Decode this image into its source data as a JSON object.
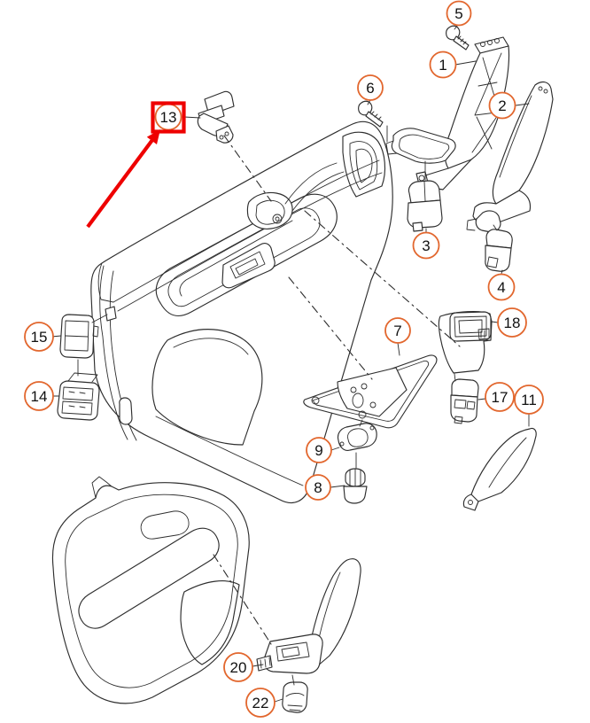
{
  "diagram": {
    "kind": "exploded-parts-diagram",
    "subject": "car door interior trim panels with switches and fasteners",
    "colors": {
      "background": "#ffffff",
      "line": "#2e2e2e",
      "callout_ring": "#e2672e",
      "number_text": "#111111",
      "highlight": "#ee0000"
    },
    "callouts": [
      {
        "label": "5"
      },
      {
        "label": "1"
      },
      {
        "label": "6"
      },
      {
        "label": "2"
      },
      {
        "label": "13",
        "highlighted": true
      },
      {
        "label": "3"
      },
      {
        "label": "4"
      },
      {
        "label": "15"
      },
      {
        "label": "14"
      },
      {
        "label": "7"
      },
      {
        "label": "18"
      },
      {
        "label": "17"
      },
      {
        "label": "11"
      },
      {
        "label": "9"
      },
      {
        "label": "8"
      },
      {
        "label": "20"
      },
      {
        "label": "22"
      }
    ],
    "highlight": {
      "target_label": "13",
      "marker": "red box around callout with red arrow pointing to it"
    }
  }
}
